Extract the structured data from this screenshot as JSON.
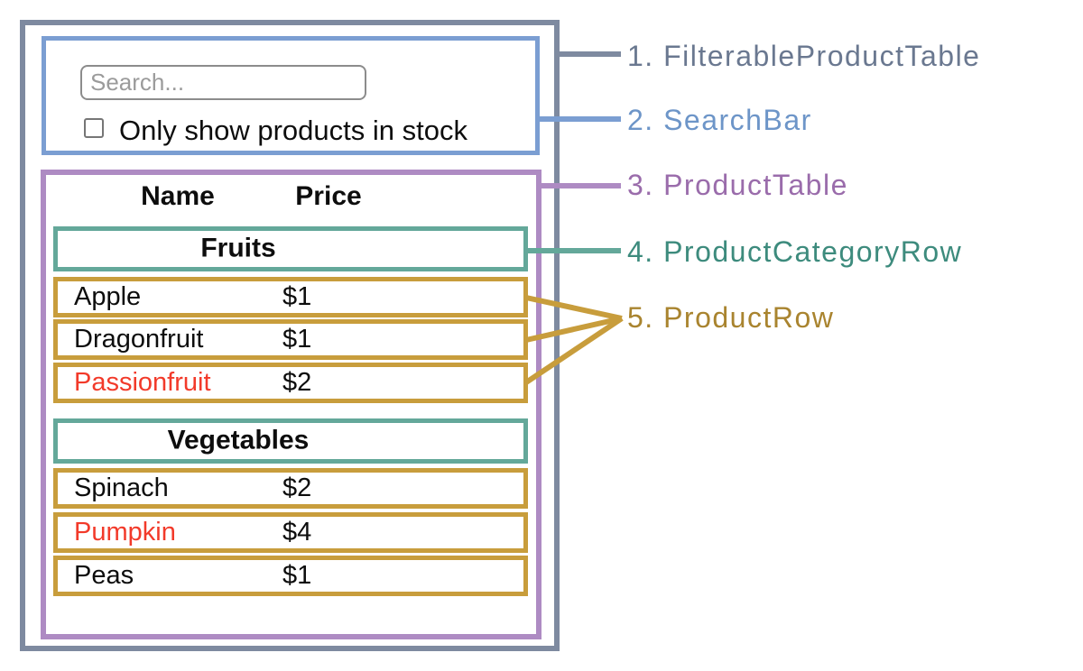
{
  "colors": {
    "filterable_product_table_outline": "#7e8aa0",
    "search_bar_outline": "#7b9ed2",
    "product_table_outline": "#ae8bc3",
    "product_category_row_outline": "#64a89a",
    "product_row_outline": "#c89d3c",
    "out_of_stock_text": "#f23a2a",
    "label_1_text": "#6a7890",
    "label_2_text": "#6d95c8",
    "label_3_text": "#9a6cab",
    "label_4_text": "#3d8b7d",
    "label_5_text": "#a9842f"
  },
  "search_bar": {
    "placeholder": "Search...",
    "checkbox_label": "Only show products in stock",
    "checkbox_checked": false
  },
  "product_table": {
    "headers": {
      "name": "Name",
      "price": "Price"
    },
    "groups": [
      {
        "category": "Fruits",
        "rows": [
          {
            "name": "Apple",
            "price": "$1",
            "in_stock": true
          },
          {
            "name": "Dragonfruit",
            "price": "$1",
            "in_stock": true
          },
          {
            "name": "Passionfruit",
            "price": "$2",
            "in_stock": false
          }
        ]
      },
      {
        "category": "Vegetables",
        "rows": [
          {
            "name": "Spinach",
            "price": "$2",
            "in_stock": true
          },
          {
            "name": "Pumpkin",
            "price": "$4",
            "in_stock": false
          },
          {
            "name": "Peas",
            "price": "$1",
            "in_stock": true
          }
        ]
      }
    ]
  },
  "annotations": {
    "items": [
      {
        "label": "1. FilterableProductTable"
      },
      {
        "label": "2. SearchBar"
      },
      {
        "label": "3. ProductTable"
      },
      {
        "label": "4. ProductCategoryRow"
      },
      {
        "label": "5. ProductRow"
      }
    ]
  }
}
